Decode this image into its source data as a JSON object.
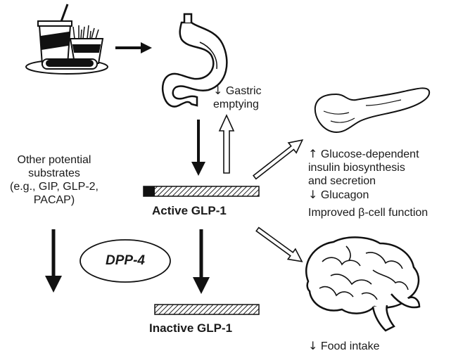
{
  "labels": {
    "gastric": [
      "Gastric",
      "emptying"
    ],
    "gastric_glyph": "↓",
    "other_substrates": [
      "Other potential",
      "substrates",
      "(e.g., GIP, GLP-2,",
      "PACAP)"
    ],
    "active": "Active GLP-1",
    "inactive": "Inactive GLP-1",
    "enzyme": "DPP-4",
    "pancreas_effects": {
      "up_glyph": "↑",
      "line1": "Glucose-dependent",
      "line2": "insulin biosynthesis",
      "line3": "and secretion",
      "down_glyph": "↓",
      "line4": "Glucagon",
      "line5": "Improved β-cell function"
    },
    "brain_effect": {
      "glyph": "↓",
      "text": "Food intake"
    }
  }
}
